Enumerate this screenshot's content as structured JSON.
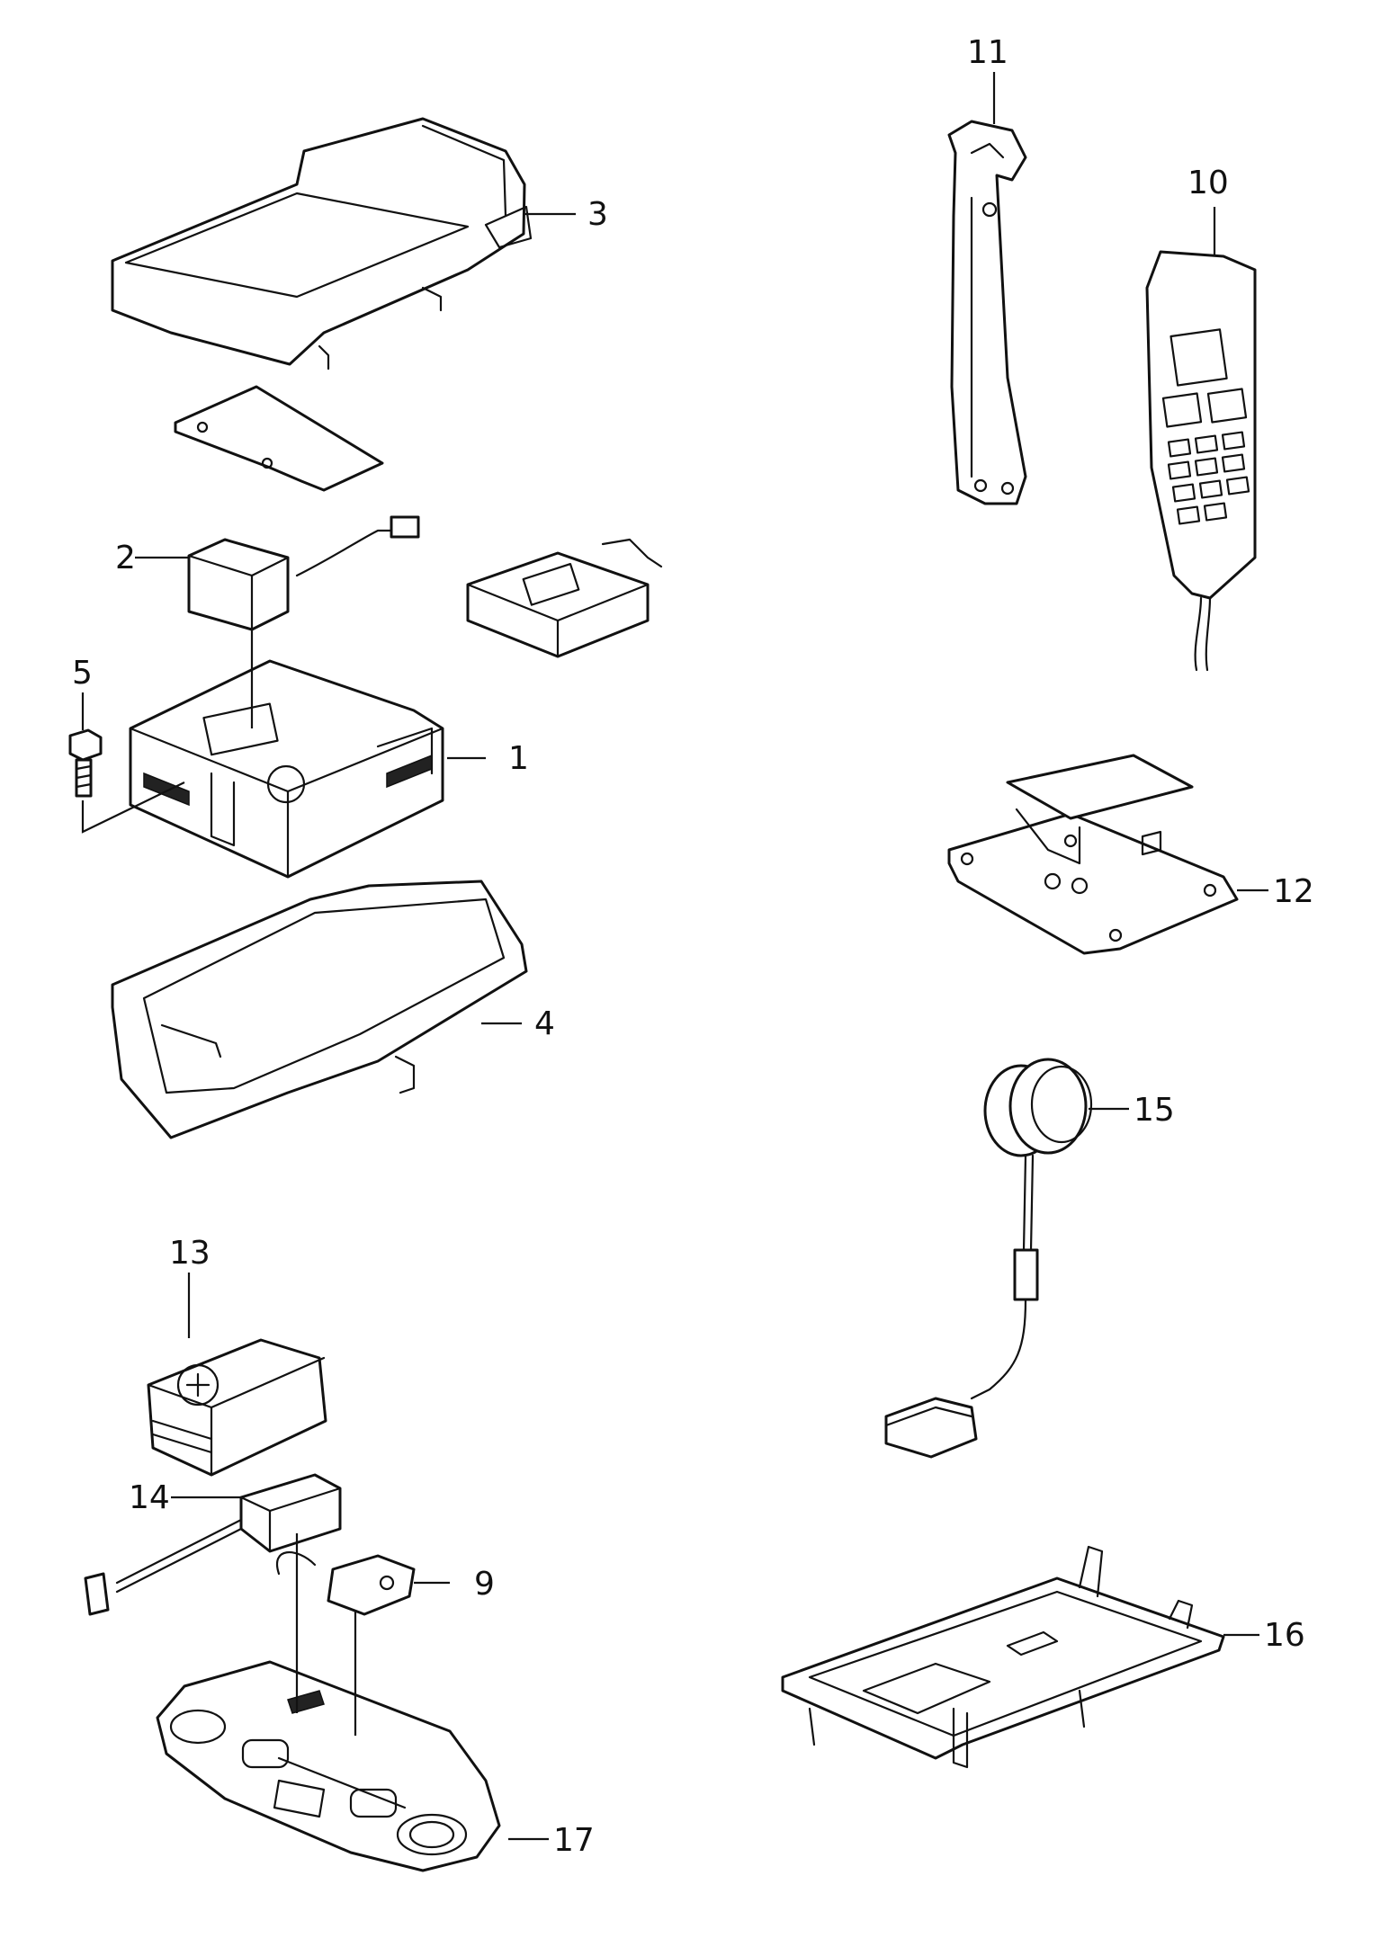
{
  "callouts": [
    {
      "id": "1",
      "label": "1"
    },
    {
      "id": "2",
      "label": "2"
    },
    {
      "id": "3",
      "label": "3"
    },
    {
      "id": "4",
      "label": "4"
    },
    {
      "id": "5",
      "label": "5"
    },
    {
      "id": "9",
      "label": "9"
    },
    {
      "id": "10",
      "label": "10"
    },
    {
      "id": "11",
      "label": "11"
    },
    {
      "id": "12",
      "label": "12"
    },
    {
      "id": "13",
      "label": "13"
    },
    {
      "id": "14",
      "label": "14"
    },
    {
      "id": "15",
      "label": "15"
    },
    {
      "id": "16",
      "label": "16"
    },
    {
      "id": "17",
      "label": "17"
    }
  ]
}
